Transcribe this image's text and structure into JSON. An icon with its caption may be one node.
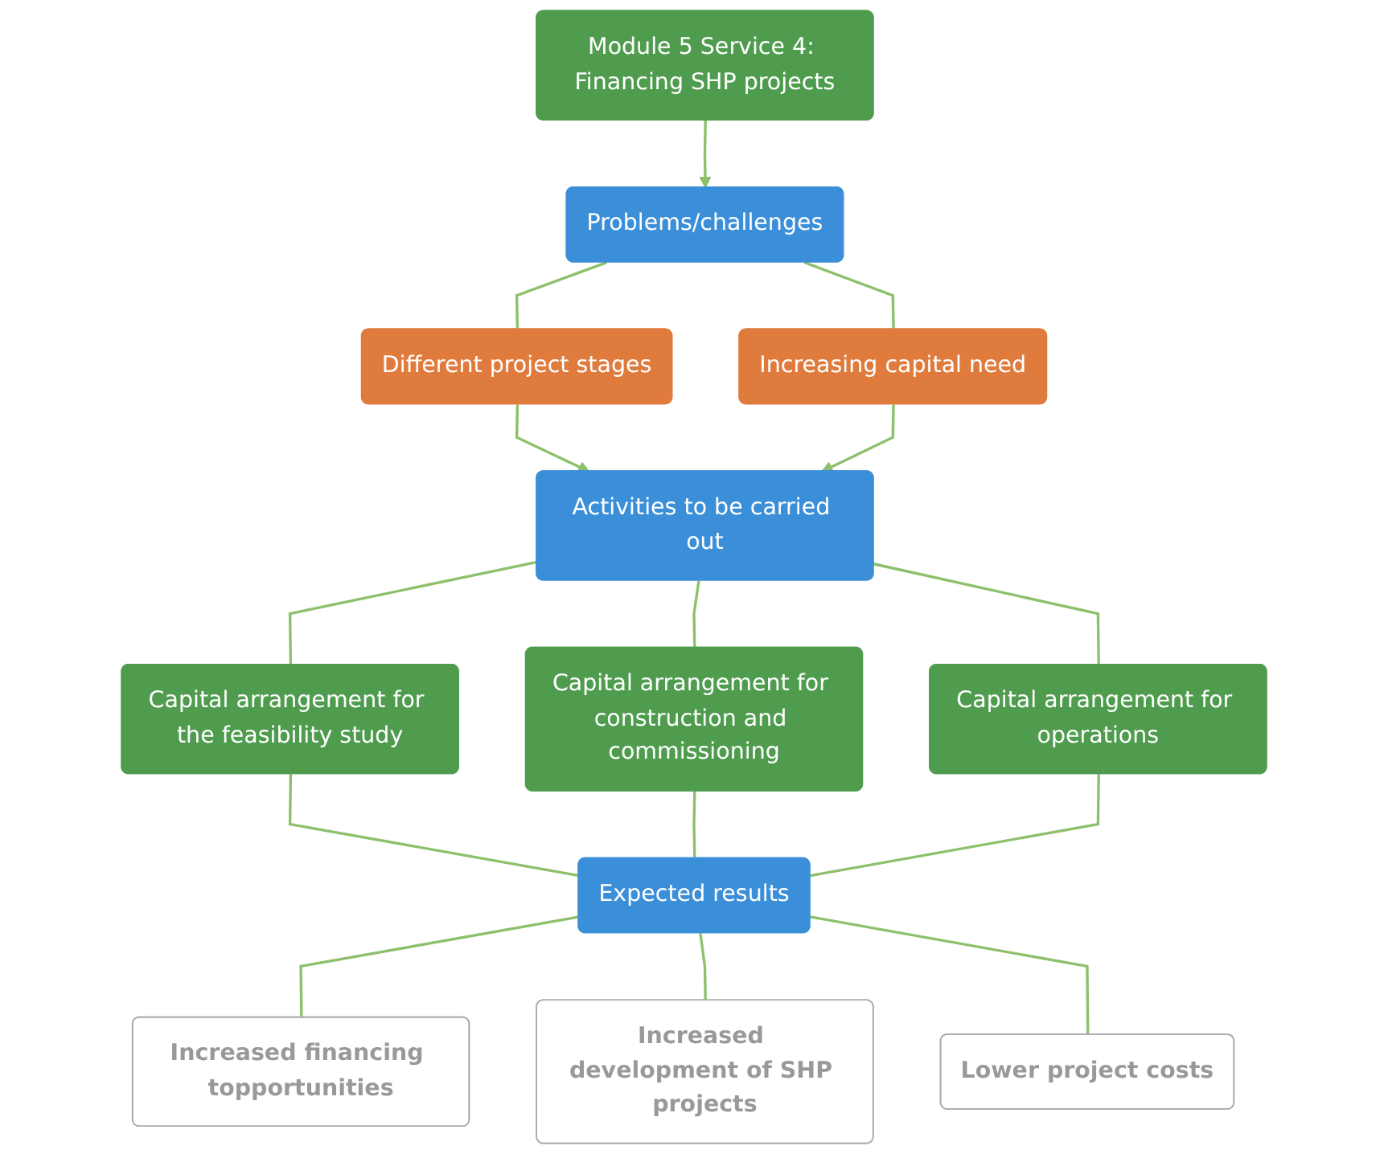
{
  "diagram": {
    "nodes": [
      {
        "text": [
          "Module 5 Service 4: Financing SHP projects"
        ]
      },
      {
        "text": [
          "Problems/challenges"
        ]
      },
      {
        "text": [
          "Different project stages"
        ]
      },
      {
        "text": [
          "Increasing capital need"
        ]
      },
      {
        "text": [
          "Activities to be carried out"
        ]
      },
      {
        "text": [
          "Capital arrangement for the feasibility study"
        ]
      },
      {
        "text": [
          "Capital arrangement for construction and commissioning"
        ]
      },
      {
        "text": [
          "Capital arrangement for operations"
        ]
      },
      {
        "text": [
          "Expected results"
        ]
      },
      {
        "text": [
          "Increased financing topportunities"
        ]
      },
      {
        "text": [
          "Increased development of SHP projects"
        ]
      },
      {
        "text": [
          "Lower project costs"
        ]
      }
    ],
    "edges": [
      {
        "from": 0,
        "to": 1,
        "arrow": "to"
      },
      {
        "from": 1,
        "to": 2,
        "arrow": "none"
      },
      {
        "from": 1,
        "to": 3,
        "arrow": "none"
      },
      {
        "from": 2,
        "to": 4,
        "arrow": "to"
      },
      {
        "from": 3,
        "to": 4,
        "arrow": "to"
      },
      {
        "from": 4,
        "to": 5,
        "arrow": "none"
      },
      {
        "from": 4,
        "to": 6,
        "arrow": "none"
      },
      {
        "from": 4,
        "to": 7,
        "arrow": "none"
      },
      {
        "from": 5,
        "to": 8,
        "arrow": "none"
      },
      {
        "from": 6,
        "to": 8,
        "arrow": "none"
      },
      {
        "from": 7,
        "to": 8,
        "arrow": "none"
      },
      {
        "from": 8,
        "to": 9,
        "arrow": "none"
      },
      {
        "from": 8,
        "to": 10,
        "arrow": "none"
      },
      {
        "from": 8,
        "to": 11,
        "arrow": "none"
      }
    ]
  }
}
